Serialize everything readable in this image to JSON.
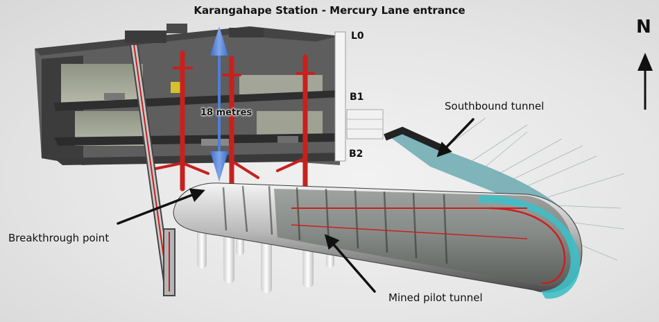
{
  "title": "Karangahape Station - Mercury Lane entrance",
  "levels": {
    "l0": "L0",
    "b1": "B1",
    "b2": "B2"
  },
  "depth_label": "18 metres",
  "labels": {
    "southbound_tunnel": "Southbound tunnel",
    "breakthrough_point": "Breakthrough point",
    "mined_pilot_tunnel": "Mined pilot tunnel"
  },
  "north_indicator": "N",
  "colors": {
    "background": "#e4e4e4",
    "concrete_dark": "#3a3a3a",
    "steel_columns": "#c8201e",
    "depth_arrow": "#4f7fd6",
    "tunnel_lining": "#3fbfc7",
    "pointer_arrows": "#111111"
  }
}
